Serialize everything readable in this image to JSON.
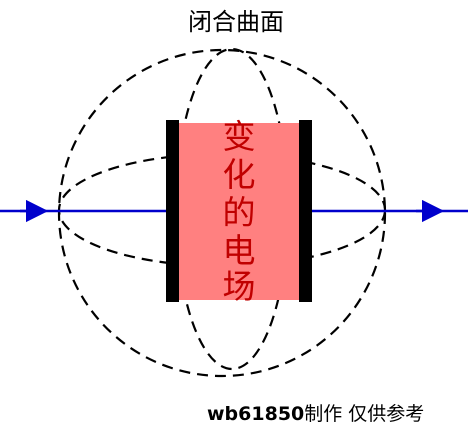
{
  "diagram": {
    "title": "闭合曲面",
    "field_label_chars": [
      "变",
      "化",
      "的",
      "电",
      "场"
    ],
    "credit_bold": "wb61850",
    "credit_rest": "制作 仅供参考",
    "colors": {
      "field_fill": "#ff8080",
      "field_text": "#c00000",
      "plate": "#000000",
      "wire": "#0000cc",
      "surface": "#000000"
    }
  }
}
